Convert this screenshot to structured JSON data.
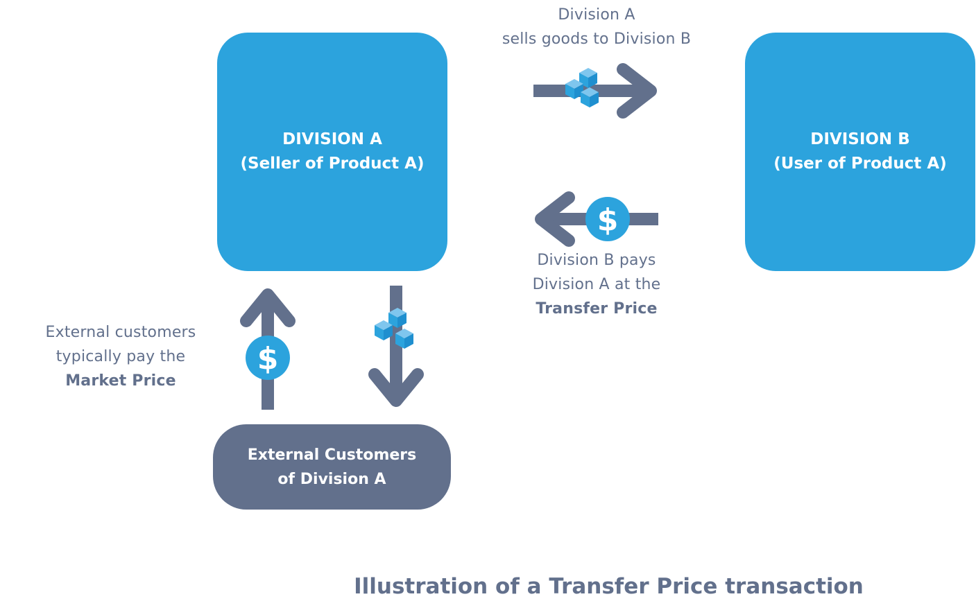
{
  "division_a": {
    "line1": "DIVISION A",
    "line2": "(Seller of Product A)"
  },
  "division_b": {
    "line1": "DIVISION B",
    "line2": "(User of Product A)"
  },
  "external_customers": {
    "line1": "External Customers",
    "line2": "of Division A"
  },
  "sells_caption": {
    "line1": "Division A",
    "line2": "sells goods to Division B"
  },
  "pays_caption": {
    "line1": "Division B pays",
    "line2": "Division A at the",
    "emphasis": "Transfer Price"
  },
  "external_caption": {
    "line1": "External customers",
    "line2": "typically pay the",
    "emphasis": "Market Price"
  },
  "title": "Illustration of a Transfer Price transaction",
  "colors": {
    "box_blue": "#2ca3dd",
    "slate": "#62708c",
    "icon_blue": "#2ca3dd",
    "icon_light": "#7fc6ee"
  },
  "icons": [
    "boxes-icon",
    "dollar-coin-icon",
    "dollar-sign-glyph"
  ]
}
